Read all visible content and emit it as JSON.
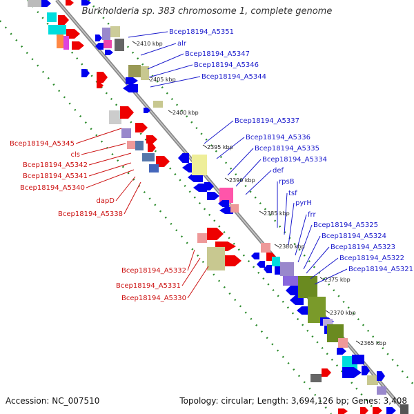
{
  "title": "Burkholderia sp. 383 chromosome 1, complete genome",
  "footer": {
    "accession": "Accession: NC_007510",
    "summary": "Topology: circular; Length: 3,694,126 bp; Genes: 3,408"
  },
  "scale_ticks": [
    "2410 kbp",
    "2405 kbp",
    "2400 kbp",
    "2395 kbp",
    "2390 kbp",
    "2385 kbp",
    "2380 kbp",
    "2375 kbp",
    "2370 kbp",
    "2365 kbp"
  ],
  "labels_right": [
    "Bcep18194_A5351",
    "alr",
    "Bcep18194_A5347",
    "Bcep18194_A5346",
    "Bcep18194_A5344",
    "Bcep18194_A5337",
    "Bcep18194_A5336",
    "Bcep18194_A5335",
    "Bcep18194_A5334",
    "def",
    "rpsB",
    "tsf",
    "pyrH",
    "frr",
    "Bcep18194_A5325",
    "Bcep18194_A5324",
    "Bcep18194_A5323",
    "Bcep18194_A5322",
    "Bcep18194_A5321"
  ],
  "labels_left": [
    "Bcep18194_A5345",
    "cls",
    "Bcep18194_A5342",
    "Bcep18194_A5341",
    "Bcep18194_A5340",
    "dapD",
    "Bcep18194_A5338",
    "Bcep18194_A5332",
    "Bcep18194_A5331",
    "Bcep18194_A5330"
  ],
  "colors": {
    "forward_genes": "#0000ee",
    "reverse_genes": "#ee0000",
    "backbone": "#999999",
    "gc_track": "#228822",
    "label_right": "#1a1acc",
    "label_left": "#cc1111"
  }
}
